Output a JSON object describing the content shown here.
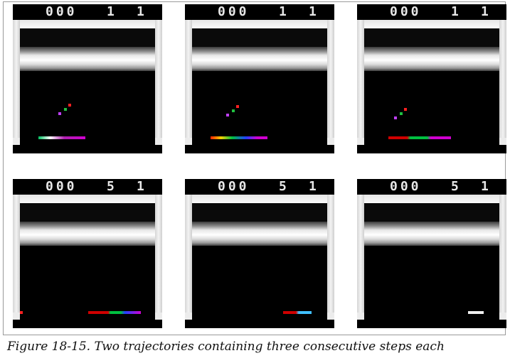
{
  "caption": "Figure 18-15. Two trajectories containing three consecutive steps each",
  "rows": [
    {
      "score": "000",
      "lives": "1",
      "level": "1",
      "frames": [
        {
          "paddle_colors": [
            "#00c060",
            "#ffffff",
            "#b020b0",
            "#d000d0"
          ],
          "ball_colors": [
            "#ff2020",
            "#20c040",
            "#c040ff"
          ]
        },
        {
          "paddle_colors": [
            "#ff2000",
            "#ffd000",
            "#00c040",
            "#2040ff",
            "#d000d0"
          ],
          "ball_colors": [
            "#ff2020",
            "#20c040",
            "#c040ff"
          ]
        },
        {
          "paddle_colors": [
            "#d00000",
            "#00c040",
            "#d000d0"
          ],
          "ball_colors": [
            "#ff2020",
            "#20c040",
            "#c040ff"
          ]
        }
      ]
    },
    {
      "score": "000",
      "lives": "5",
      "level": "1",
      "frames": [
        {
          "paddle_colors": [
            "#d00000",
            "#00c040",
            "#2040ff",
            "#d000d0"
          ],
          "ball_colors": []
        },
        {
          "paddle_colors": [
            "#d00000",
            "#40c0ff"
          ],
          "ball_colors": []
        },
        {
          "paddle_colors": [
            "#ffffff"
          ],
          "ball_colors": []
        }
      ]
    }
  ],
  "colors": {
    "background": "#000000",
    "wall": "#e8e8e8",
    "caption_text": "#111111"
  }
}
